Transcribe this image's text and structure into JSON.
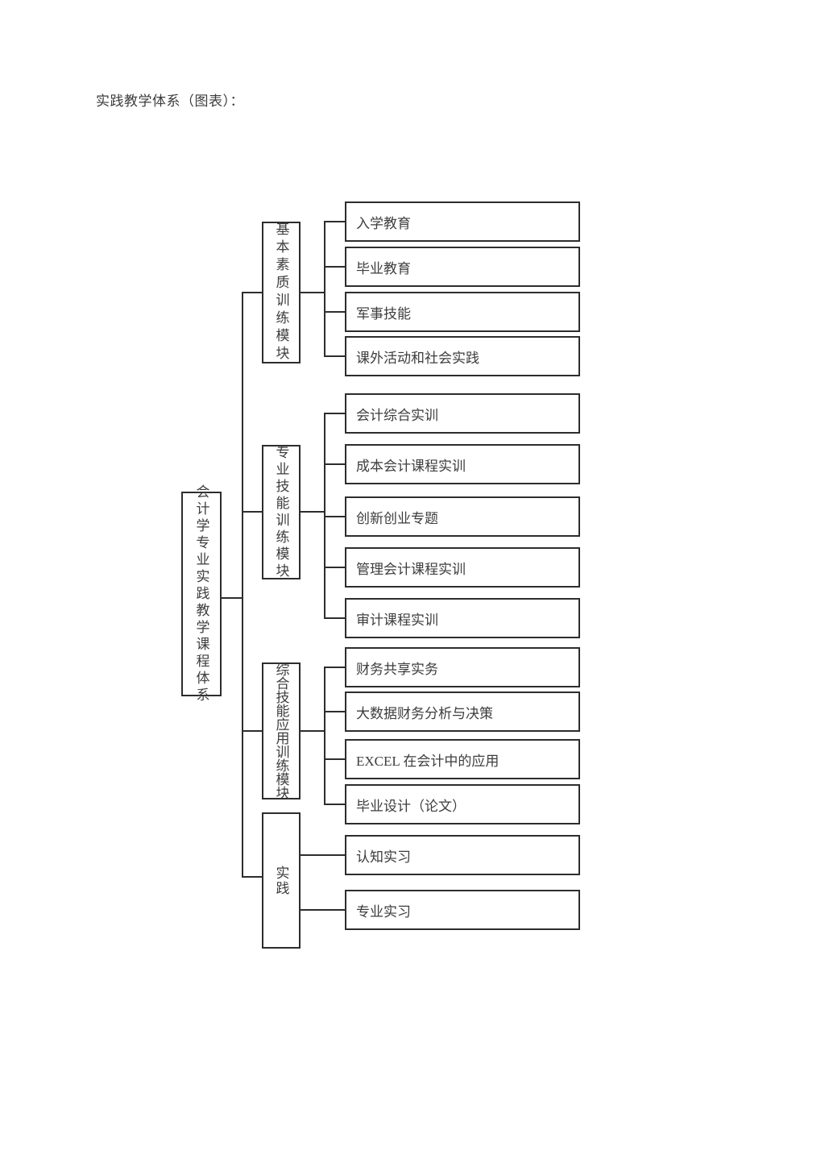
{
  "page": {
    "title": "实践教学体系（图表）："
  },
  "diagram": {
    "root": {
      "label": "会计学专业实践教学课程体系"
    },
    "modules": [
      {
        "label": "基本素质训练模块",
        "children": [
          "入学教育",
          "毕业教育",
          "军事技能",
          "课外活动和社会实践"
        ]
      },
      {
        "label": "专业技能训练模块",
        "children": [
          "会计综合实训",
          "成本会计课程实训",
          "创新创业专题",
          "管理会计课程实训",
          "审计课程实训"
        ]
      },
      {
        "label": "综合技能应用训练模块",
        "children": [
          "财务共享实务",
          "大数据财务分析与决策",
          "EXCEL 在会计中的应用",
          "毕业设计（论文）"
        ]
      },
      {
        "label": "实践",
        "children": [
          "认知实习",
          "专业实习"
        ]
      }
    ],
    "colors": {
      "line": "#2d2d2d",
      "text": "#3d3d3d",
      "background": "#ffffff"
    }
  }
}
